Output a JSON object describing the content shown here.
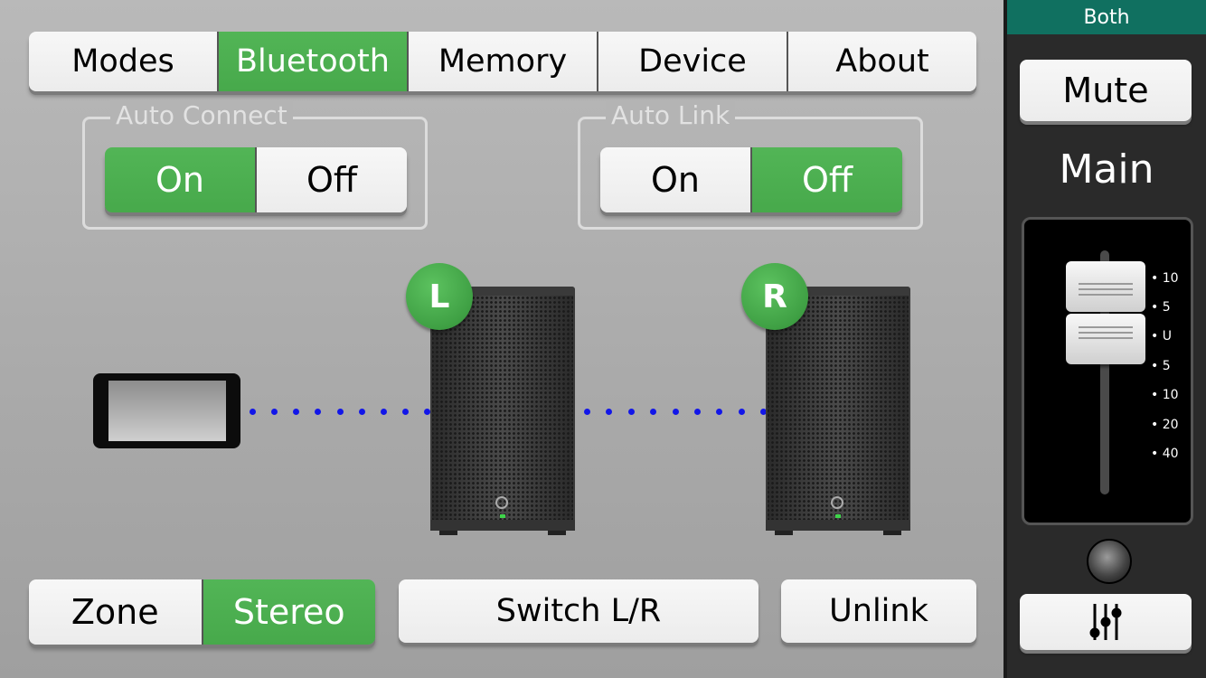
{
  "tabs": [
    {
      "label": "Modes",
      "active": false
    },
    {
      "label": "Bluetooth",
      "active": true
    },
    {
      "label": "Memory",
      "active": false
    },
    {
      "label": "Device",
      "active": false
    },
    {
      "label": "About",
      "active": false
    }
  ],
  "auto_connect": {
    "label": "Auto Connect",
    "on": "On",
    "off": "Off",
    "selected": "On"
  },
  "auto_link": {
    "label": "Auto Link",
    "on": "On",
    "off": "Off",
    "selected": "Off"
  },
  "speakers": {
    "left_badge": "L",
    "right_badge": "R"
  },
  "bottom": {
    "zone": "Zone",
    "stereo": "Stereo",
    "selected": "Stereo",
    "switch": "Switch L/R",
    "unlink": "Unlink"
  },
  "panel": {
    "both": "Both",
    "mute": "Mute",
    "main": "Main",
    "scale": [
      "10",
      "5",
      "U",
      "5",
      "10",
      "20",
      "40"
    ]
  },
  "colors": {
    "accent": "#4cae50",
    "header": "#107060"
  },
  "icons": {
    "mixer": "mixer-sliders-icon"
  }
}
